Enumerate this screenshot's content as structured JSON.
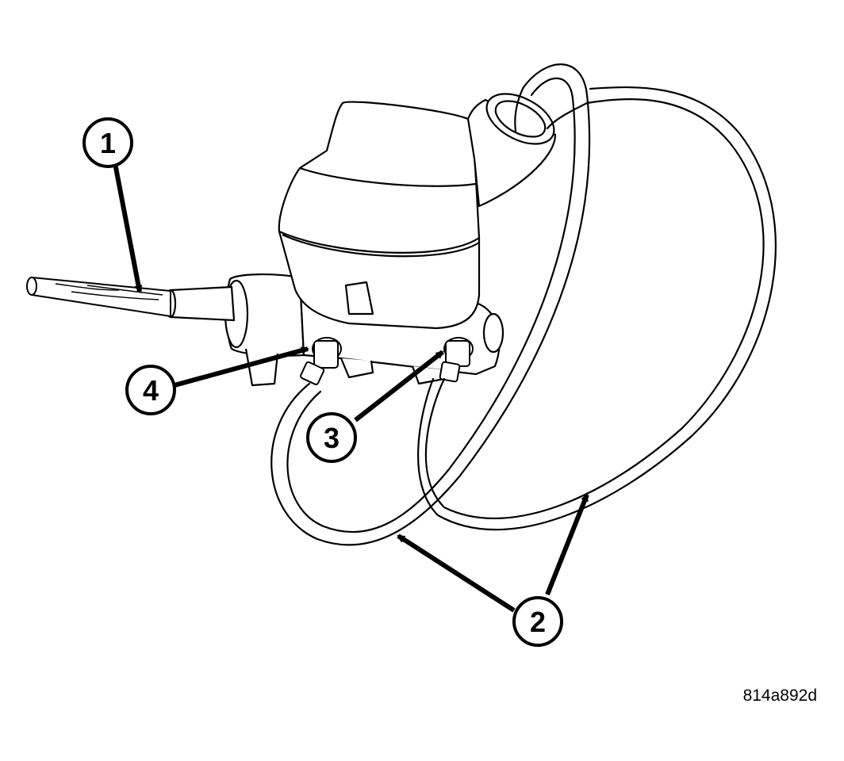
{
  "figure": {
    "id": "814a892d",
    "callouts": [
      {
        "label": "1",
        "part": "brake-bleeding-tool"
      },
      {
        "label": "2",
        "part": "bleeding-tubes"
      },
      {
        "label": "3",
        "part": "tube-fitting-secondary"
      },
      {
        "label": "4",
        "part": "tube-fitting-primary"
      }
    ]
  },
  "colors": {
    "line": "#000000",
    "fill": "#ffffff"
  }
}
